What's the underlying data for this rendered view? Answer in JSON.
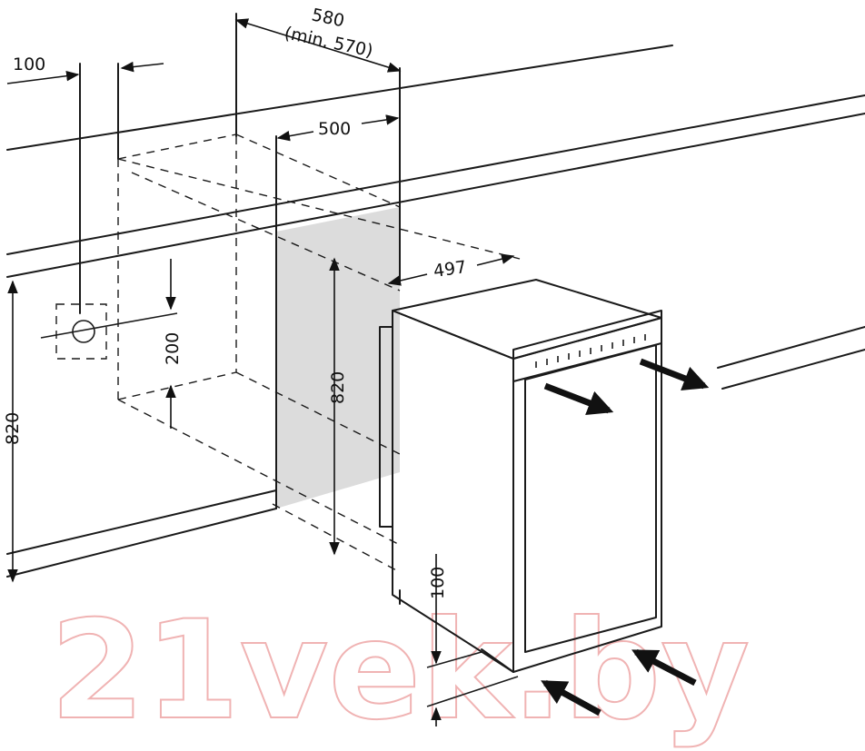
{
  "dimensions": {
    "width_580": "580",
    "width_min": "(min. 570)",
    "offset_100_top": "100",
    "depth_500": "500",
    "depth_497": "497",
    "height_820_left": "820",
    "height_820_niche": "820",
    "height_200": "200",
    "plinth_100": "100"
  },
  "watermark": "21vek.by",
  "colors": {
    "line": "#1a1a1a",
    "niche_fill": "#dcdcdc",
    "watermark": "#f0b3b3"
  }
}
